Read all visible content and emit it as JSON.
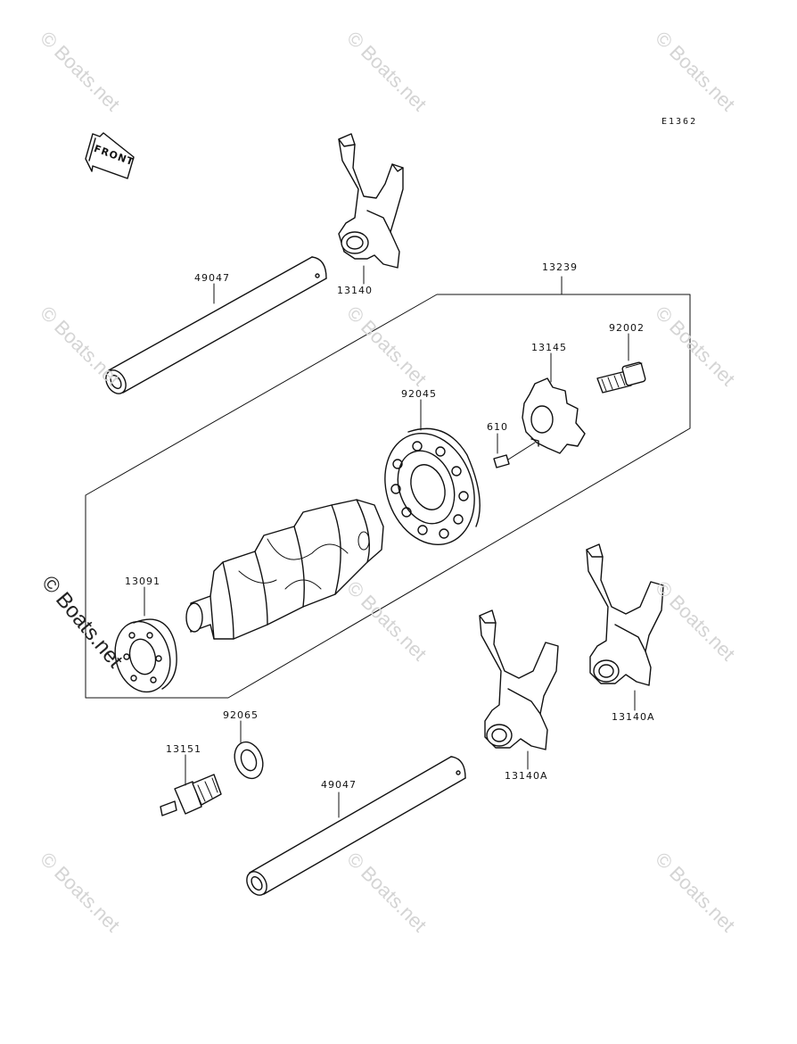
{
  "diagram_code": "E1362",
  "front_label": "FRONT",
  "watermark": "© Boats.net",
  "parts": {
    "shaft_top": "49047",
    "fork_top": "13140",
    "drum_assembly": "13239",
    "bolt": "92002",
    "star_plate": "13145",
    "bearing_large": "92045",
    "pin": "610",
    "bearing_small": "13091",
    "washer": "92065",
    "switch": "13151",
    "shaft_bottom": "49047",
    "fork_mid": "13140A",
    "fork_right": "13140A"
  }
}
